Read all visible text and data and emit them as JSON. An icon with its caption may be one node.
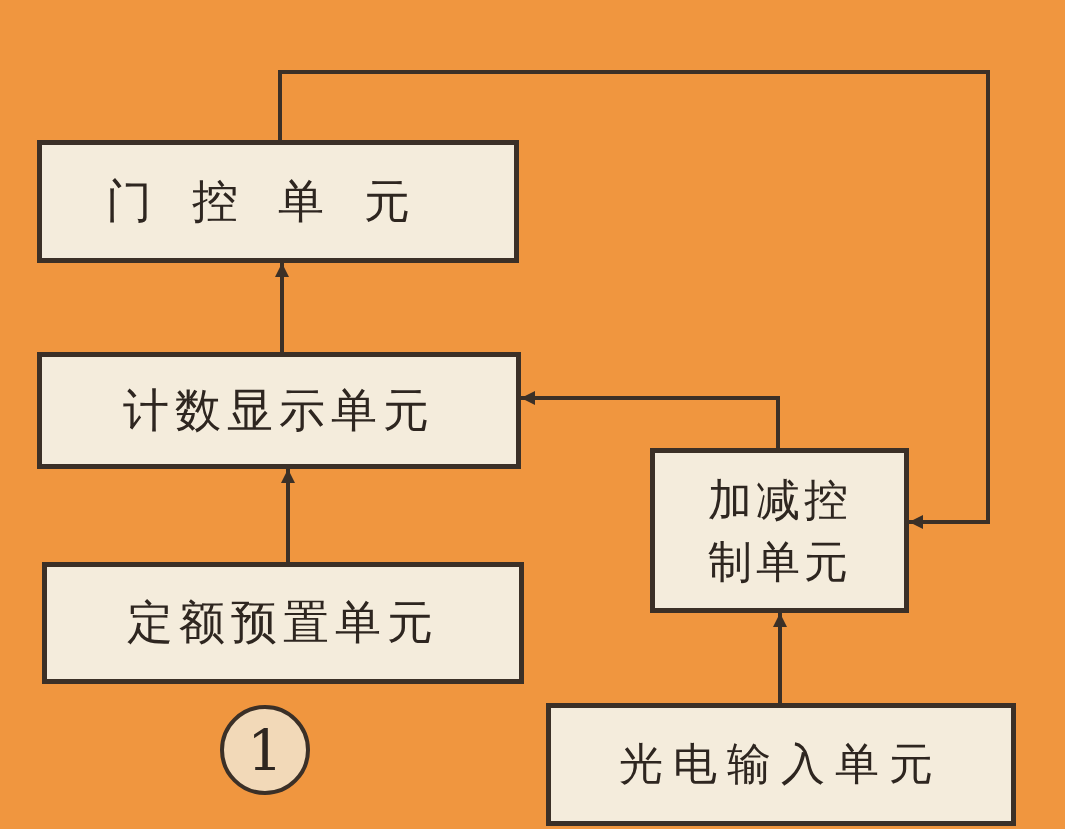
{
  "diagram": {
    "nodes": [
      {
        "text": [
          "门控单元"
        ]
      },
      {
        "text": [
          "计数显示单元"
        ]
      },
      {
        "text": [
          "定额预置单元"
        ]
      },
      {
        "text": [
          "加减控制单元"
        ]
      },
      {
        "text": [
          "光电输入单元"
        ]
      },
      {
        "text": [
          "1"
        ]
      }
    ],
    "edges": [
      {
        "from": 1,
        "to": 0,
        "arrow": "to"
      },
      {
        "from": 2,
        "to": 1,
        "arrow": "to"
      },
      {
        "from": 3,
        "to": 1,
        "arrow": "to"
      },
      {
        "from": 0,
        "to": 3,
        "arrow": "to"
      },
      {
        "from": 4,
        "to": 3,
        "arrow": "to"
      }
    ]
  }
}
